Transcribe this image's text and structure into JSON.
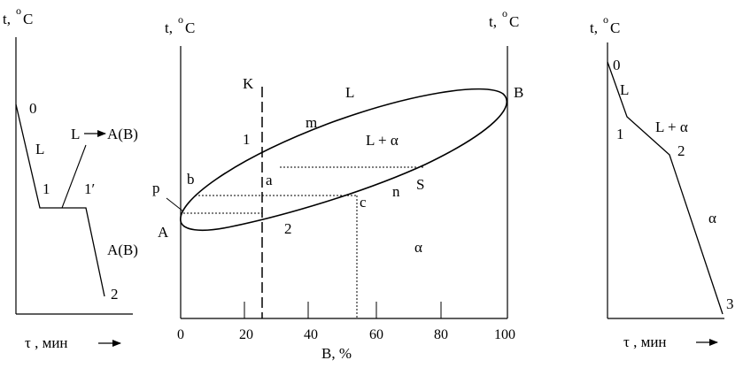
{
  "left_plot": {
    "y_axis": {
      "t": "t,",
      "deg": "o",
      "unit": "C"
    },
    "x_axis": "τ , мин",
    "points": {
      "p0": "0",
      "p1": "1",
      "p1p": "1′",
      "p2": "2"
    },
    "regions": {
      "liquid": "L",
      "reaction": "L",
      "reaction_product": "A(B)",
      "solid": "A(B)"
    }
  },
  "phase_diagram": {
    "y_axis_left": {
      "t": "t,",
      "deg": "o",
      "unit": "C"
    },
    "y_axis_right": {
      "t": "t,",
      "deg": "o",
      "unit": "C"
    },
    "x_axis": "B, %",
    "x_ticks": [
      "0",
      "20",
      "40",
      "60",
      "80",
      "100"
    ],
    "labels": {
      "K": "K",
      "L": "L",
      "m": "m",
      "L_alpha": "L + α",
      "one": "1",
      "p": "p",
      "b": "b",
      "a": "a",
      "c": "c",
      "n": "n",
      "S": "S",
      "A": "A",
      "B": "B",
      "two": "2",
      "alpha": "α"
    }
  },
  "right_plot": {
    "y_axis": {
      "t": "t,",
      "deg": "o",
      "unit": "C"
    },
    "x_axis": "τ , мин",
    "points": {
      "p0": "0",
      "p1": "1",
      "p2": "2",
      "p3": "3"
    },
    "regions": {
      "liquid": "L",
      "two_phase": "L + α",
      "solid": "α"
    }
  }
}
